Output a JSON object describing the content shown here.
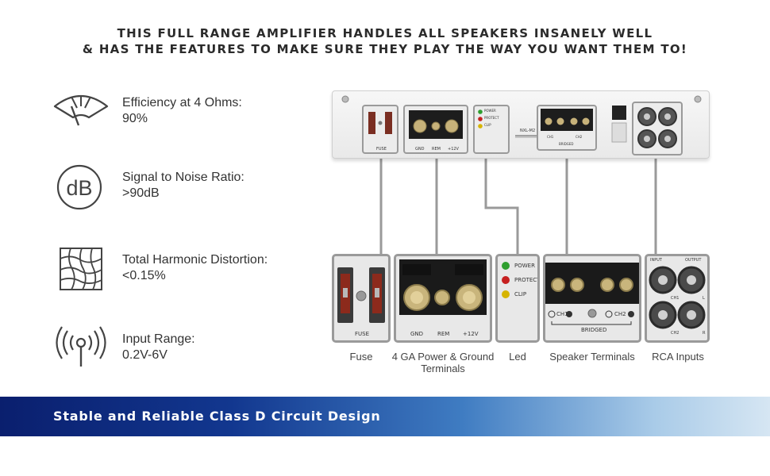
{
  "headline": {
    "line1": "THIS FULL RANGE AMPLIFIER HANDLES ALL SPEAKERS INSANELY WELL",
    "line2": "& HAS THE FEATURES TO MAKE SURE THEY PLAY THE WAY YOU WANT THEM TO!"
  },
  "specs": [
    {
      "icon": "efficiency-gauge-icon",
      "label": "Efficiency at 4 Ohms:",
      "value": "90%"
    },
    {
      "icon": "decibel-icon",
      "label": "Signal to Noise Ratio:",
      "value": ">90dB"
    },
    {
      "icon": "distortion-grid-icon",
      "label": "Total Harmonic Distortion:",
      "value": "<0.15%"
    },
    {
      "icon": "antenna-signal-icon",
      "label": "Input Range:",
      "value": "0.2V-6V"
    }
  ],
  "icon_text": {
    "db": "dB"
  },
  "amp": {
    "panel_labels": {
      "fuse": "FUSE",
      "gnd": "GND",
      "rem": "REM",
      "plus12v": "+12V",
      "power": "POWER",
      "protect": "PROTECT",
      "clip": "CLIP",
      "ch1": "CH1",
      "ch2": "CH2",
      "bridged": "BRIDGED",
      "input": "INPUT",
      "output": "OUTPUT",
      "l": "L",
      "r": "R"
    },
    "brand": "NXL-M2",
    "led_colors": {
      "power": "#2e9e2e",
      "protect": "#c62020",
      "clip": "#d6b400"
    }
  },
  "features": [
    {
      "key": "fuse",
      "caption": "Fuse"
    },
    {
      "key": "power",
      "caption_line1": "4 GA Power & Ground",
      "caption_line2": "Terminals"
    },
    {
      "key": "led",
      "caption": "Led"
    },
    {
      "key": "speaker",
      "caption": "Speaker Terminals"
    },
    {
      "key": "rca",
      "caption": "RCA Inputs"
    }
  ],
  "banner": {
    "text": "Stable and Reliable Class D Circuit Design"
  },
  "colors": {
    "banner_dark": "#0a1f6e",
    "banner_light": "#d6e6f3",
    "connector_gray": "#9a9a9a"
  }
}
